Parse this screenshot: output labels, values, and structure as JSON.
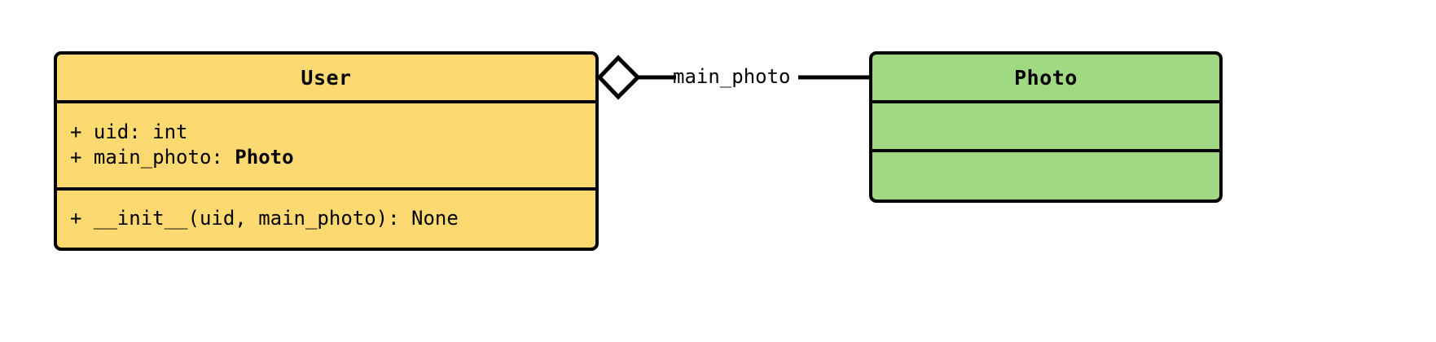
{
  "diagram": {
    "type": "uml-class-diagram",
    "background": "#ffffff",
    "classes": [
      {
        "id": "user",
        "name": "User",
        "fill": "#FDD971",
        "border": "#000000",
        "attributes": [
          {
            "visibility": "+",
            "text": "+ uid: int",
            "name": "uid",
            "type": "int",
            "type_bold": false
          },
          {
            "visibility": "+",
            "text": "+ main_photo: ",
            "name": "main_photo",
            "type": "Photo",
            "type_bold": true
          }
        ],
        "methods": [
          {
            "visibility": "+",
            "text": "+ __init__(uid, main_photo): None",
            "name": "__init__",
            "params": "uid, main_photo",
            "returns": "None"
          }
        ]
      },
      {
        "id": "photo",
        "name": "Photo",
        "fill": "#A1D882",
        "border": "#000000",
        "attributes": [],
        "methods": []
      }
    ],
    "relationships": [
      {
        "id": "user-photo-aggregation",
        "kind": "aggregation",
        "source": "User",
        "target": "Photo",
        "label": "main_photo",
        "diamond_fill": "#ffffff",
        "diamond_stroke": "#000000"
      }
    ]
  }
}
